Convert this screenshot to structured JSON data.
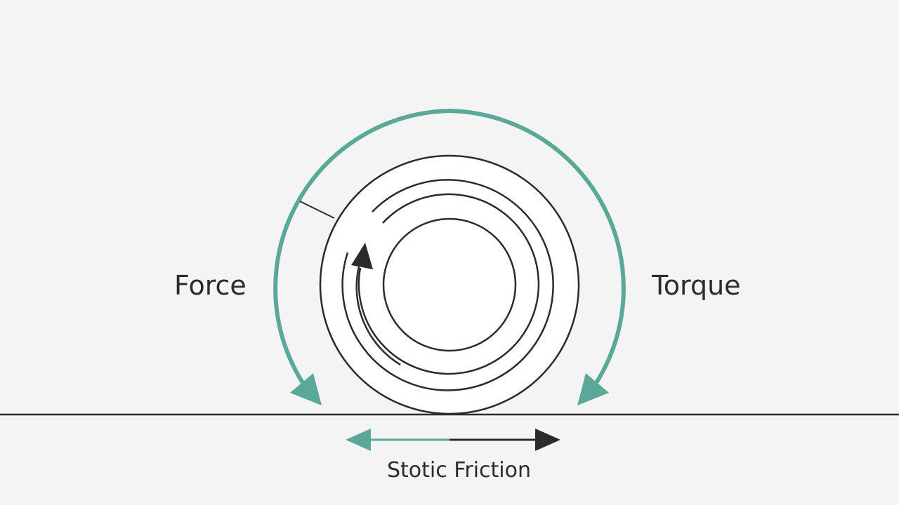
{
  "labels": {
    "left": "Force",
    "right": "Torque",
    "bottom": "Stotic Friction"
  },
  "colors": {
    "background": "#f4f4f4",
    "accent": "#5aa898",
    "ink": "#2b2b2b"
  }
}
